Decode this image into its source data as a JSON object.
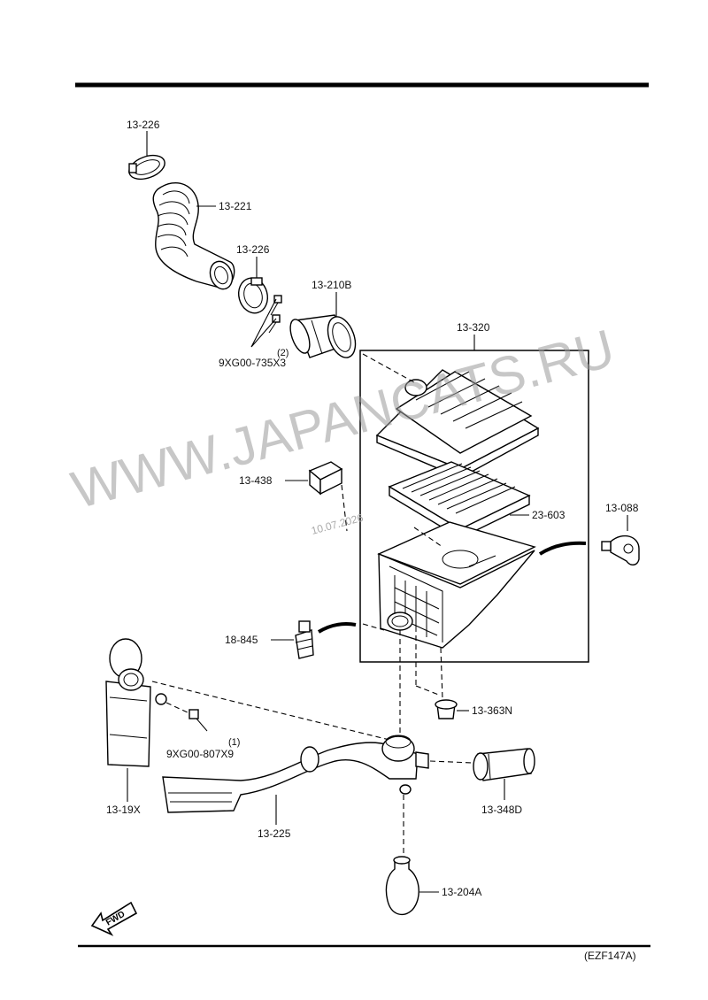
{
  "watermark": {
    "text": "WWW.JAPANCATS.RU",
    "date": "10.07.2026"
  },
  "labels": {
    "hose_clamp_top": "13-226",
    "intake_hose": "13-221",
    "hose_clamp_mid": "13-226",
    "mass_air_flow": "13-210B",
    "air_cleaner_assy": "13-320",
    "bolt_upper": "9XG00-735X3",
    "bolt_upper_qty": "(2)",
    "pad": "13-438",
    "element": "23-603",
    "seal": "13-088",
    "vacuum_fitting": "18-845",
    "insulator": "13-363N",
    "resonator_side": "13-19X",
    "bolt_lower": "9XG00-807X9",
    "bolt_lower_qty": "(1)",
    "fresh_air_duct": "13-225",
    "resonator": "13-348D",
    "resonator_bottom": "13-204A"
  },
  "fwd_label": "FWD",
  "diagram_code": "(EZF147A)"
}
